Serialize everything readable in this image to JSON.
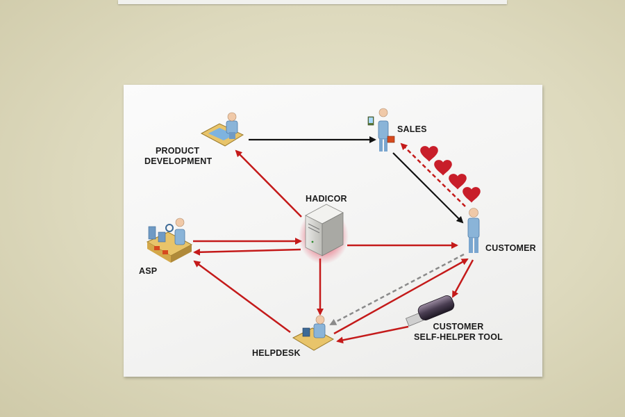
{
  "diagram": {
    "nodes": {
      "product_development": {
        "line1": "PRODUCT",
        "line2": "DEVELOPMENT"
      },
      "sales": {
        "label": "SALES"
      },
      "hadicor": {
        "label": "HADICOR"
      },
      "asp": {
        "label": "ASP"
      },
      "customer": {
        "label": "CUSTOMER"
      },
      "helpdesk": {
        "label": "HELPDESK"
      },
      "self_helper_tool": {
        "line1": "CUSTOMER",
        "line2": "SELF-HELPER TOOL"
      }
    },
    "edges": [
      {
        "from": "product_development",
        "to": "sales",
        "color": "#111111",
        "style": "solid"
      },
      {
        "from": "sales",
        "to": "customer",
        "color": "#111111",
        "style": "solid"
      },
      {
        "from": "customer",
        "to": "sales",
        "color": "#c41a1a",
        "style": "dashed"
      },
      {
        "from": "hadicor",
        "to": "product_development",
        "color": "#c41a1a",
        "style": "solid"
      },
      {
        "from": "hadicor",
        "to": "asp",
        "color": "#c41a1a",
        "style": "solid"
      },
      {
        "from": "asp",
        "to": "hadicor",
        "color": "#c41a1a",
        "style": "solid"
      },
      {
        "from": "hadicor",
        "to": "customer",
        "color": "#c41a1a",
        "style": "solid"
      },
      {
        "from": "hadicor",
        "to": "helpdesk",
        "color": "#c41a1a",
        "style": "solid"
      },
      {
        "from": "helpdesk",
        "to": "asp",
        "color": "#c41a1a",
        "style": "solid"
      },
      {
        "from": "customer",
        "to": "helpdesk",
        "color": "#8a8a8a",
        "style": "dashed"
      },
      {
        "from": "helpdesk",
        "to": "customer",
        "color": "#c41a1a",
        "style": "solid"
      },
      {
        "from": "customer",
        "to": "self_helper_tool",
        "color": "#c41a1a",
        "style": "solid"
      },
      {
        "from": "self_helper_tool",
        "to": "helpdesk",
        "color": "#c41a1a",
        "style": "solid"
      }
    ],
    "hearts": {
      "count": 4,
      "color": "#c81e2a"
    },
    "colors": {
      "red_arrow": "#c41a1a",
      "black_arrow": "#111111",
      "gray_arrow": "#8a8a8a",
      "person": "#8ab4d8",
      "wall": "#e2dec4"
    }
  }
}
